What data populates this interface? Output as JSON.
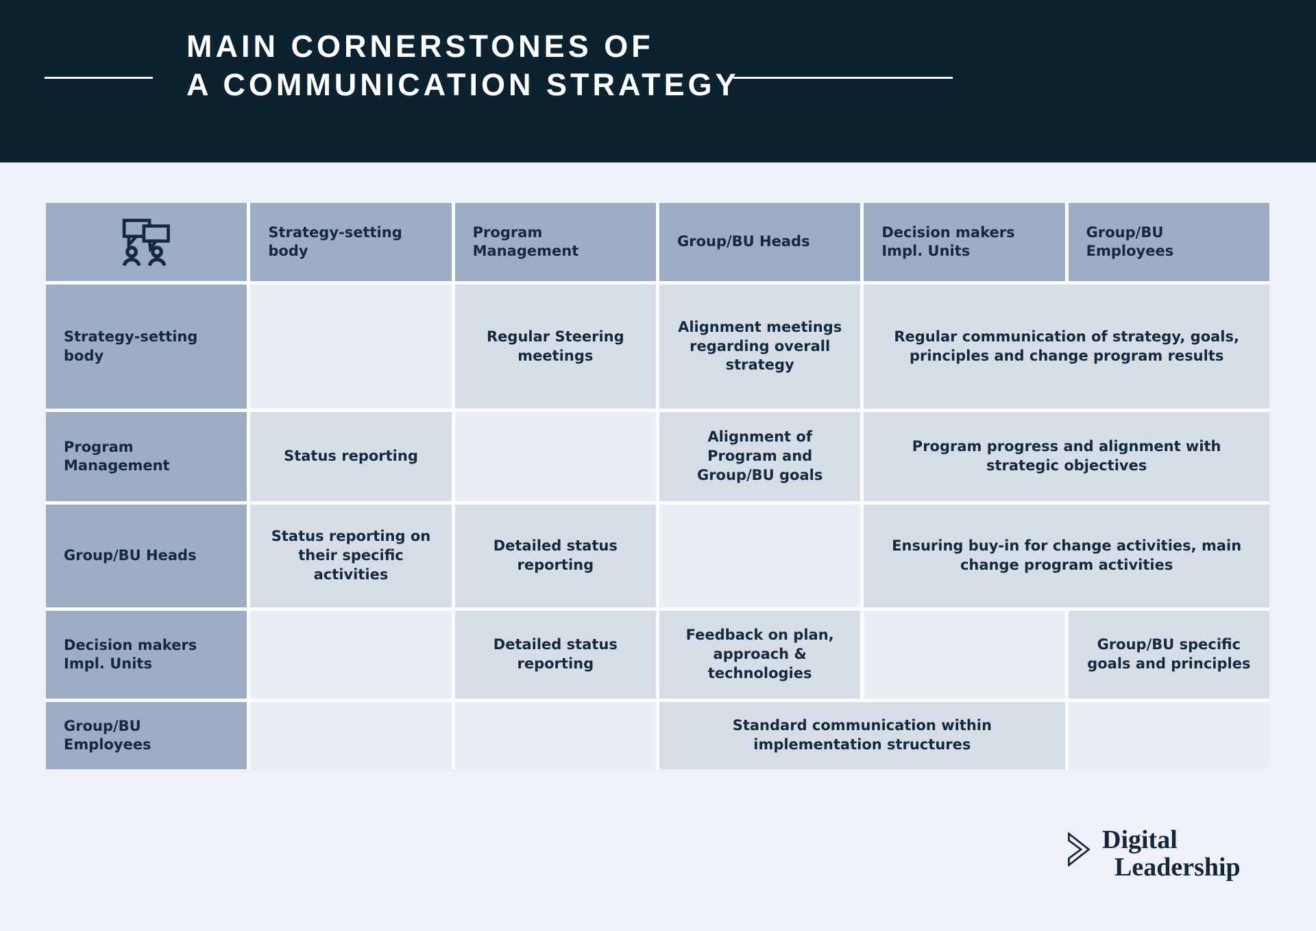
{
  "title": {
    "line1": "MAIN CORNERSTONES OF",
    "line2": "A COMMUNICATION STRATEGY"
  },
  "matrix": {
    "corner_icon": "conversation-people-icon",
    "col_headers": [
      "Strategy-setting body",
      "Program Management",
      "Group/BU Heads",
      "Decision makers Impl. Units",
      "Group/BU Employees"
    ],
    "rows": [
      {
        "header": "Strategy-setting body",
        "cells": [
          {
            "text": "",
            "span": 1,
            "filled": false
          },
          {
            "text": "Regular Steering meetings",
            "span": 1,
            "filled": true
          },
          {
            "text": "Alignment meetings regarding overall strategy",
            "span": 1,
            "filled": true
          },
          {
            "text": "Regular communication of strategy, goals, principles and change program results",
            "span": 2,
            "filled": true
          }
        ]
      },
      {
        "header": "Program Management",
        "cells": [
          {
            "text": "Status reporting",
            "span": 1,
            "filled": true
          },
          {
            "text": "",
            "span": 1,
            "filled": false
          },
          {
            "text": "Alignment of Program and Group/BU goals",
            "span": 1,
            "filled": true
          },
          {
            "text": "Program progress and alignment with strategic objectives",
            "span": 2,
            "filled": true
          }
        ]
      },
      {
        "header": "Group/BU Heads",
        "cells": [
          {
            "text": "Status reporting on their specific activities",
            "span": 1,
            "filled": true
          },
          {
            "text": "Detailed status reporting",
            "span": 1,
            "filled": true
          },
          {
            "text": "",
            "span": 1,
            "filled": false
          },
          {
            "text": "Ensuring buy-in for change activities, main change program activities",
            "span": 2,
            "filled": true
          }
        ]
      },
      {
        "header": "Decision makers Impl. Units",
        "cells": [
          {
            "text": "",
            "span": 1,
            "filled": false
          },
          {
            "text": "Detailed status reporting",
            "span": 1,
            "filled": true
          },
          {
            "text": "Feedback on plan, approach & technologies",
            "span": 1,
            "filled": true
          },
          {
            "text": "",
            "span": 1,
            "filled": false
          },
          {
            "text": "Group/BU specific goals and principles",
            "span": 1,
            "filled": true
          }
        ]
      },
      {
        "header": "Group/BU Employees",
        "cells": [
          {
            "text": "",
            "span": 1,
            "filled": false
          },
          {
            "text": "",
            "span": 1,
            "filled": false
          },
          {
            "text": "Standard communication within implementation structures",
            "span": 2,
            "filled": true
          },
          {
            "text": "",
            "span": 1,
            "filled": false
          }
        ]
      }
    ]
  },
  "logo": {
    "line1": "Digital",
    "line2": "Leadership"
  },
  "colors": {
    "banner_background": "#0d2231",
    "header_cell": "#9dadc4",
    "filled_cell": "#d7dde6",
    "empty_cell": "#eaeef5",
    "page_background": "#eef2f8",
    "text_dark": "#132a3e",
    "title_text": "#ffffff"
  }
}
